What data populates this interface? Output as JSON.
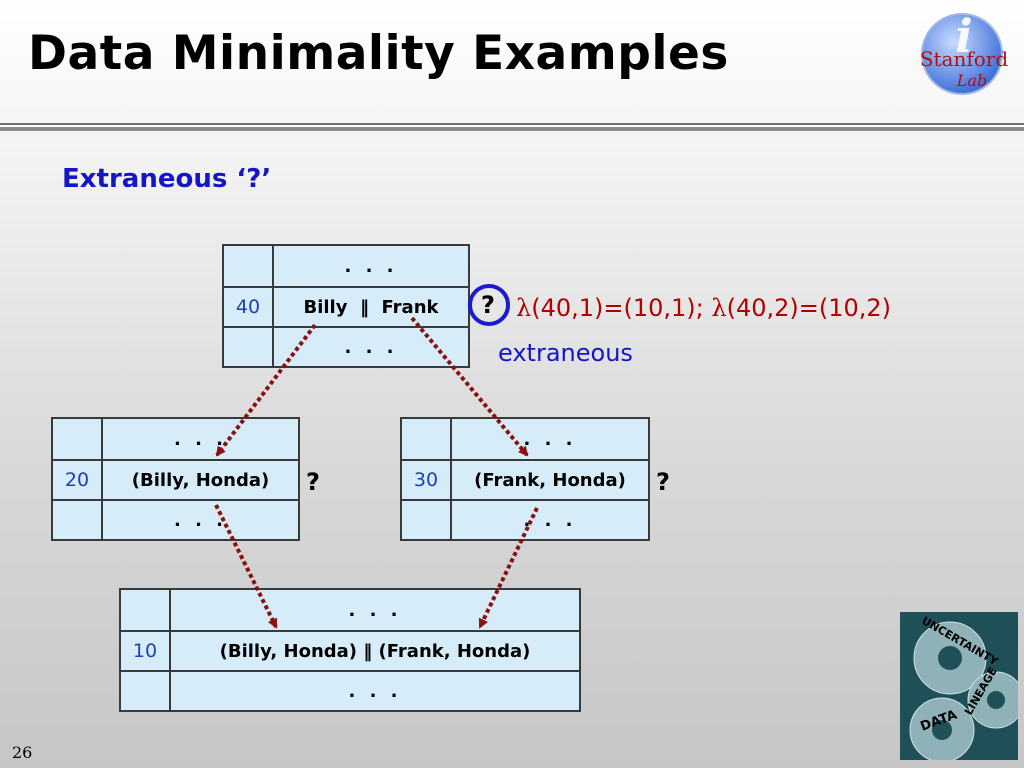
{
  "slide": {
    "title": "Data Minimality Examples",
    "subtitle": "Extraneous ‘?’",
    "page_number": "26"
  },
  "logo": {
    "line1": "Stanford",
    "line2": "Lab",
    "letter": "i"
  },
  "lineage_graphic": {
    "words": [
      "UNCERTAINTY",
      "LINEAGE",
      "DATA"
    ]
  },
  "tables": {
    "t40": {
      "row_dots_top": ". . .",
      "id": "40",
      "value": "Billy  ‖  Frank",
      "row_dots_bottom": ". . ."
    },
    "t20": {
      "row_dots_top": ". . .",
      "id": "20",
      "value": "(Billy, Honda)",
      "row_dots_bottom": ". . ."
    },
    "t30": {
      "row_dots_top": ". . .",
      "id": "30",
      "value": "(Frank, Honda)",
      "row_dots_bottom": ". . ."
    },
    "t10": {
      "row_dots_top": ". . .",
      "id": "10",
      "value": "(Billy, Honda) ‖ (Frank, Honda)",
      "row_dots_bottom": ". . ."
    }
  },
  "annotations": {
    "q_circled": "?",
    "q_t20": "?",
    "q_t30": "?",
    "lambda_symbol": "λ",
    "lambda_expr_1": "(40,1)=(10,1); ",
    "lambda_expr_2": "(40,2)=(10,2)",
    "extraneous_label": "extraneous"
  },
  "colors": {
    "title": "#000000",
    "subtitle": "#1515c8",
    "table_fill": "#d6edf9",
    "id_text": "#1d3fb0",
    "lambda_text": "#b00000",
    "arrow": "#8b1010",
    "circle": "#1a1ad0"
  }
}
